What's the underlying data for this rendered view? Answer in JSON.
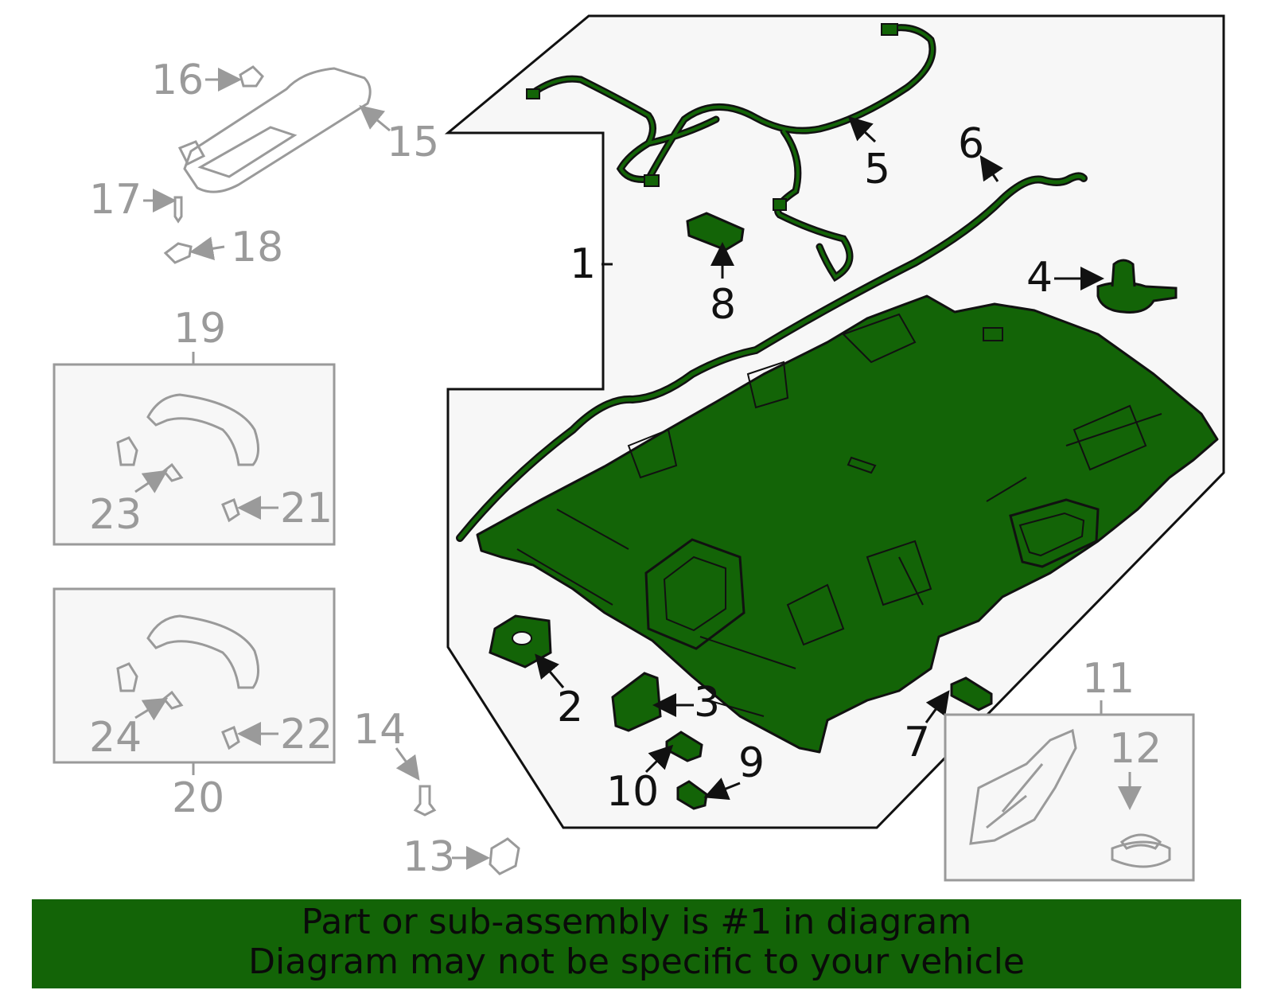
{
  "callouts": [
    "1",
    "2",
    "3",
    "4",
    "5",
    "6",
    "7",
    "8",
    "9",
    "10",
    "11",
    "12",
    "13",
    "14",
    "15",
    "16",
    "17",
    "18",
    "19",
    "20",
    "21",
    "22",
    "23",
    "24"
  ],
  "colors": {
    "part_fill": "#136407",
    "panel_bg": "#f7f7f7",
    "muted": "#9a9a9a",
    "outline": "#111111"
  },
  "banner": {
    "line1": "Part or sub-assembly is #1 in diagram",
    "line2": "Diagram may not be specific to your vehicle"
  }
}
